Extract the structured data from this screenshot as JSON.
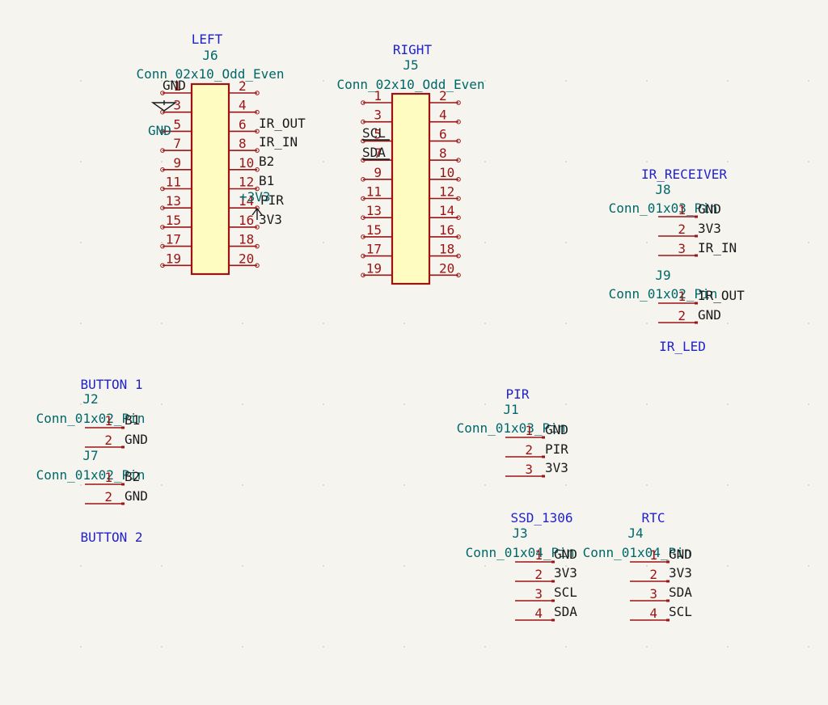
{
  "headers": {
    "left": {
      "title": "LEFT",
      "ref": "J6",
      "value": "Conn_02x10_Odd_Even"
    },
    "right": {
      "title": "RIGHT",
      "ref": "J5",
      "value": "Conn_02x10_Odd_Even"
    }
  },
  "left_nets": {
    "gnd_label": "GND",
    "gnd_symbol": "GND",
    "ir_out": "IR_OUT",
    "ir_in": "IR_IN",
    "b2": "B2",
    "b1": "B1",
    "pir": "PIR",
    "v3": "+3V3",
    "v3_3": "3V3"
  },
  "right_nets": {
    "scl": "SCL",
    "sda": "SDA"
  },
  "small_connectors": [
    {
      "title": "IR_RECEIVER",
      "ref": "J8",
      "value": "Conn_01x03_Pin",
      "nets": [
        "GND",
        "3V3",
        "IR_IN"
      ]
    },
    {
      "ref": "J9",
      "value": "Conn_01x02_Pin",
      "nets": [
        "IR_OUT",
        "GND"
      ],
      "bottom_title": "IR_LED"
    },
    {
      "title": "BUTTON 1",
      "ref": "J2",
      "value": "Conn_01x02_Pin",
      "nets": [
        "B1",
        "GND"
      ]
    },
    {
      "ref": "J7",
      "value": "Conn_01x02_Pin",
      "nets": [
        "B2",
        "GND"
      ],
      "bottom_title": "BUTTON 2"
    },
    {
      "title": "PIR",
      "ref": "J1",
      "value": "Conn_01x03_Pin",
      "nets": [
        "GND",
        "PIR",
        "3V3"
      ]
    },
    {
      "title": "SSD_1306",
      "ref": "J3",
      "value": "Conn_01x04_Pin",
      "nets": [
        "GND",
        "3V3",
        "SCL",
        "SDA"
      ]
    },
    {
      "title": "RTC",
      "ref": "J4",
      "value": "Conn_01x04_Pin",
      "nets": [
        "GND",
        "3V3",
        "SDA",
        "SCL"
      ]
    }
  ],
  "colors": {
    "background": "#f5f4ef",
    "symbol_line": "#9b1414",
    "symbol_fill": "#fffcc2",
    "title_text": "#2222cc",
    "reference_text": "#00686a",
    "net_text": "#1a1a1a"
  }
}
